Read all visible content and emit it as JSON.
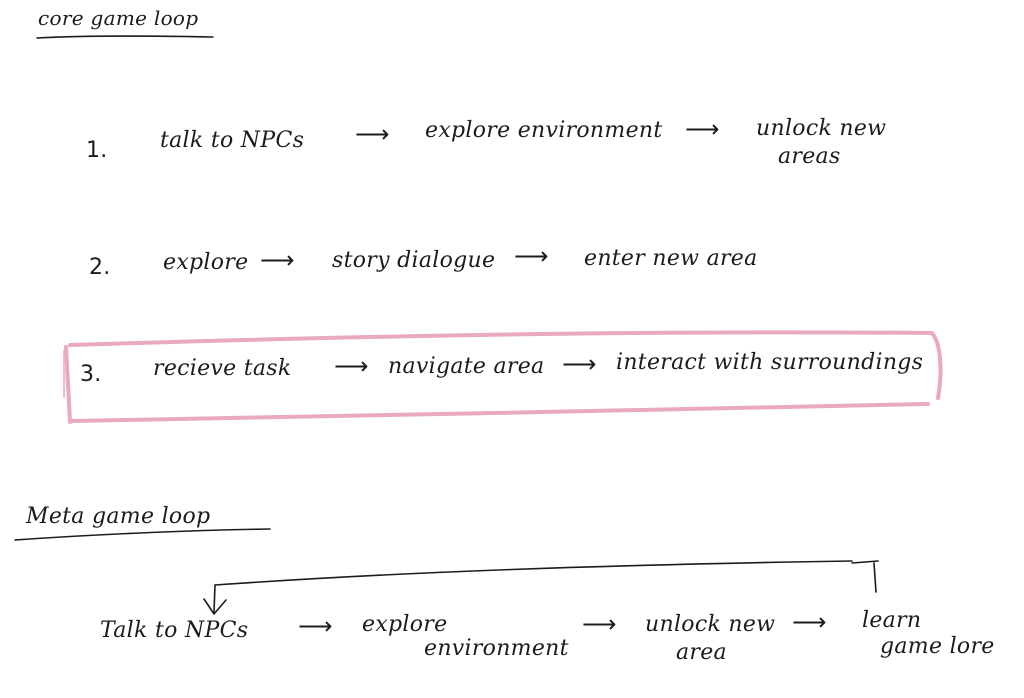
{
  "core_loop": {
    "heading": "core game loop",
    "items": [
      {
        "number": "1.",
        "steps": [
          "talk to NPCs",
          "explore environment",
          "unlock new",
          "areas"
        ]
      },
      {
        "number": "2.",
        "steps": [
          "explore",
          "story dialogue",
          "enter new area"
        ]
      },
      {
        "number": "3.",
        "steps": [
          "recieve task",
          "navigate area",
          "interact with surroundings"
        ],
        "highlight_color": "#e9a9bf"
      }
    ]
  },
  "meta_loop": {
    "heading": "Meta game loop",
    "steps": [
      "Talk to NPCs",
      "explore",
      "environment",
      "unlock new",
      "area",
      "learn",
      "game lore"
    ]
  },
  "arrow_glyph": "⟶",
  "ink_color": "#1c1c1c"
}
